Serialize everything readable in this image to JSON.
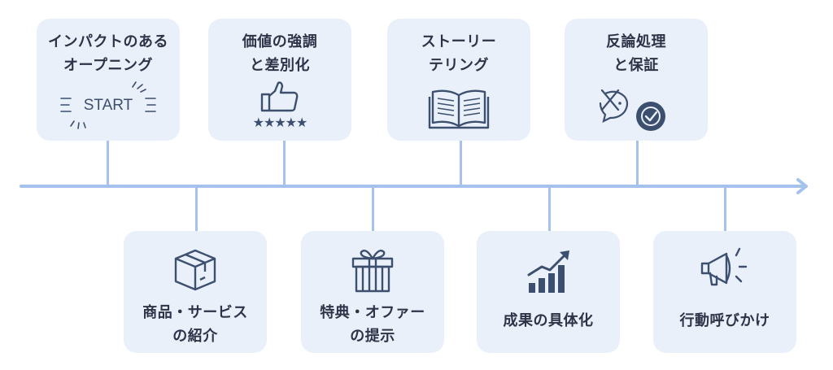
{
  "diagram": {
    "colors": {
      "axis": "#a4c2ec",
      "card_bg": "#e9f0fa",
      "text": "#2e3347",
      "icon": "#3c4f6f"
    },
    "steps_top": [
      {
        "id": "opening",
        "label_lines": [
          "インパクトのある",
          "オープニング"
        ],
        "icon": "start-burst-icon",
        "icon_text": "START"
      },
      {
        "id": "value",
        "label_lines": [
          "価値の強調",
          "と差別化"
        ],
        "icon": "thumbs-up-icon",
        "icon_text": "★★★★★"
      },
      {
        "id": "story",
        "label_lines": [
          "ストーリー",
          "テリング"
        ],
        "icon": "open-book-icon"
      },
      {
        "id": "objection",
        "label_lines": [
          "反論処理",
          "と保証"
        ],
        "icon": "objection-check-icon"
      }
    ],
    "steps_bottom": [
      {
        "id": "product",
        "label_lines": [
          "商品・サービス",
          "の紹介"
        ],
        "icon": "box-icon"
      },
      {
        "id": "offer",
        "label_lines": [
          "特典・オファー",
          "の提示"
        ],
        "icon": "gift-icon"
      },
      {
        "id": "results",
        "label_lines": [
          "成果の具体化"
        ],
        "icon": "growth-chart-icon"
      },
      {
        "id": "cta",
        "label_lines": [
          "行動呼びかけ"
        ],
        "icon": "megaphone-icon"
      }
    ]
  }
}
